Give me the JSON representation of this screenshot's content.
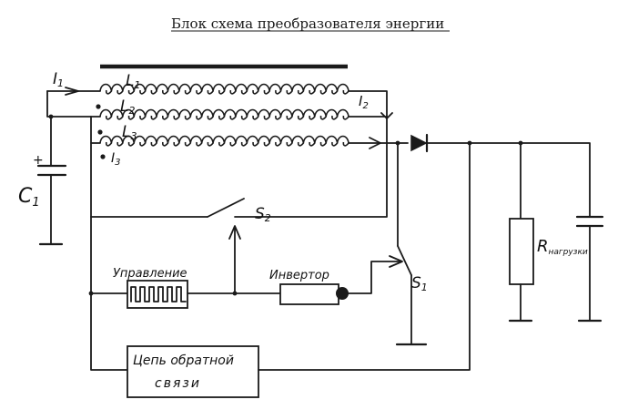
{
  "title": "Блок схема преобразователя энергии",
  "labels": {
    "i1": "I",
    "i1_sub": "1",
    "i2": "I",
    "i2_sub": "2",
    "i3": "I",
    "i3_sub": "3",
    "l1": "L",
    "l1_sub": "1",
    "l2": "L",
    "l2_sub": "2",
    "l3": "L",
    "l3_sub": "3",
    "c1": "C",
    "c1_sub": "1",
    "c1_polarity": "+",
    "s1": "S",
    "s1_sub": "1",
    "s2": "S",
    "s2_sub": "2",
    "r_load": "R",
    "r_load_sub": "нагрузки"
  },
  "blocks": {
    "control": "Управление",
    "inverter": "Инвертор",
    "feedback_line1": "Цепь обратной",
    "feedback_line2": "связи"
  },
  "components": [
    {
      "id": "L1",
      "type": "inductor"
    },
    {
      "id": "L2",
      "type": "inductor"
    },
    {
      "id": "L3",
      "type": "inductor"
    },
    {
      "id": "C1",
      "type": "capacitor"
    },
    {
      "id": "S1",
      "type": "switch"
    },
    {
      "id": "S2",
      "type": "switch"
    },
    {
      "id": "D",
      "type": "diode"
    },
    {
      "id": "R_load",
      "type": "resistor"
    },
    {
      "id": "C_out",
      "type": "capacitor"
    }
  ]
}
